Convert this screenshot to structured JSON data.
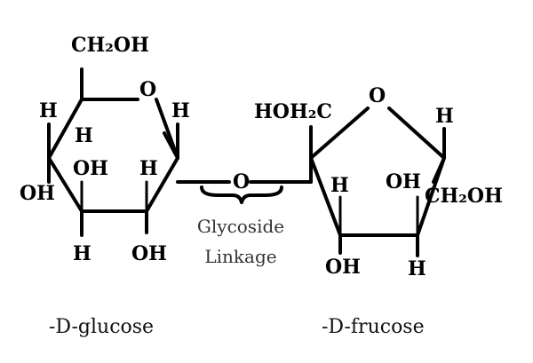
{
  "glucose": {
    "top_group": "CH₂OH",
    "ring_oxygen": "O",
    "labels": {
      "h_left_top": "H",
      "h_c5": "H",
      "h_c1": "H",
      "oh_c3": "OH",
      "h_c2": "H",
      "oh_c4": "OH",
      "h_c4": "H",
      "oh_c2": "OH"
    },
    "caption": "-D-glucose"
  },
  "linkage": {
    "oxygen": "O",
    "label_line1": "Glycoside",
    "label_line2": "Linkage"
  },
  "fructose": {
    "left_group": "HOH₂C",
    "ring_oxygen": "O",
    "labels": {
      "h_c5": "H",
      "h_c3": "H",
      "oh_c4": "OH",
      "oh_c3": "OH",
      "h_c4": "H"
    },
    "right_group": "CH₂OH",
    "caption": "-D-frucose"
  }
}
